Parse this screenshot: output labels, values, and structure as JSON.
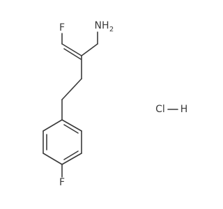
{
  "molecule": {
    "atoms": {
      "fluorine_vinyl": "F",
      "amine": "NH",
      "amine_h2": "2",
      "fluorine_aryl": "F",
      "salt_cl": "Cl",
      "salt_h": "H"
    }
  },
  "colors": {
    "bond": "#3a3a3a",
    "label": "#3a3a3a",
    "background": "#ffffff"
  }
}
